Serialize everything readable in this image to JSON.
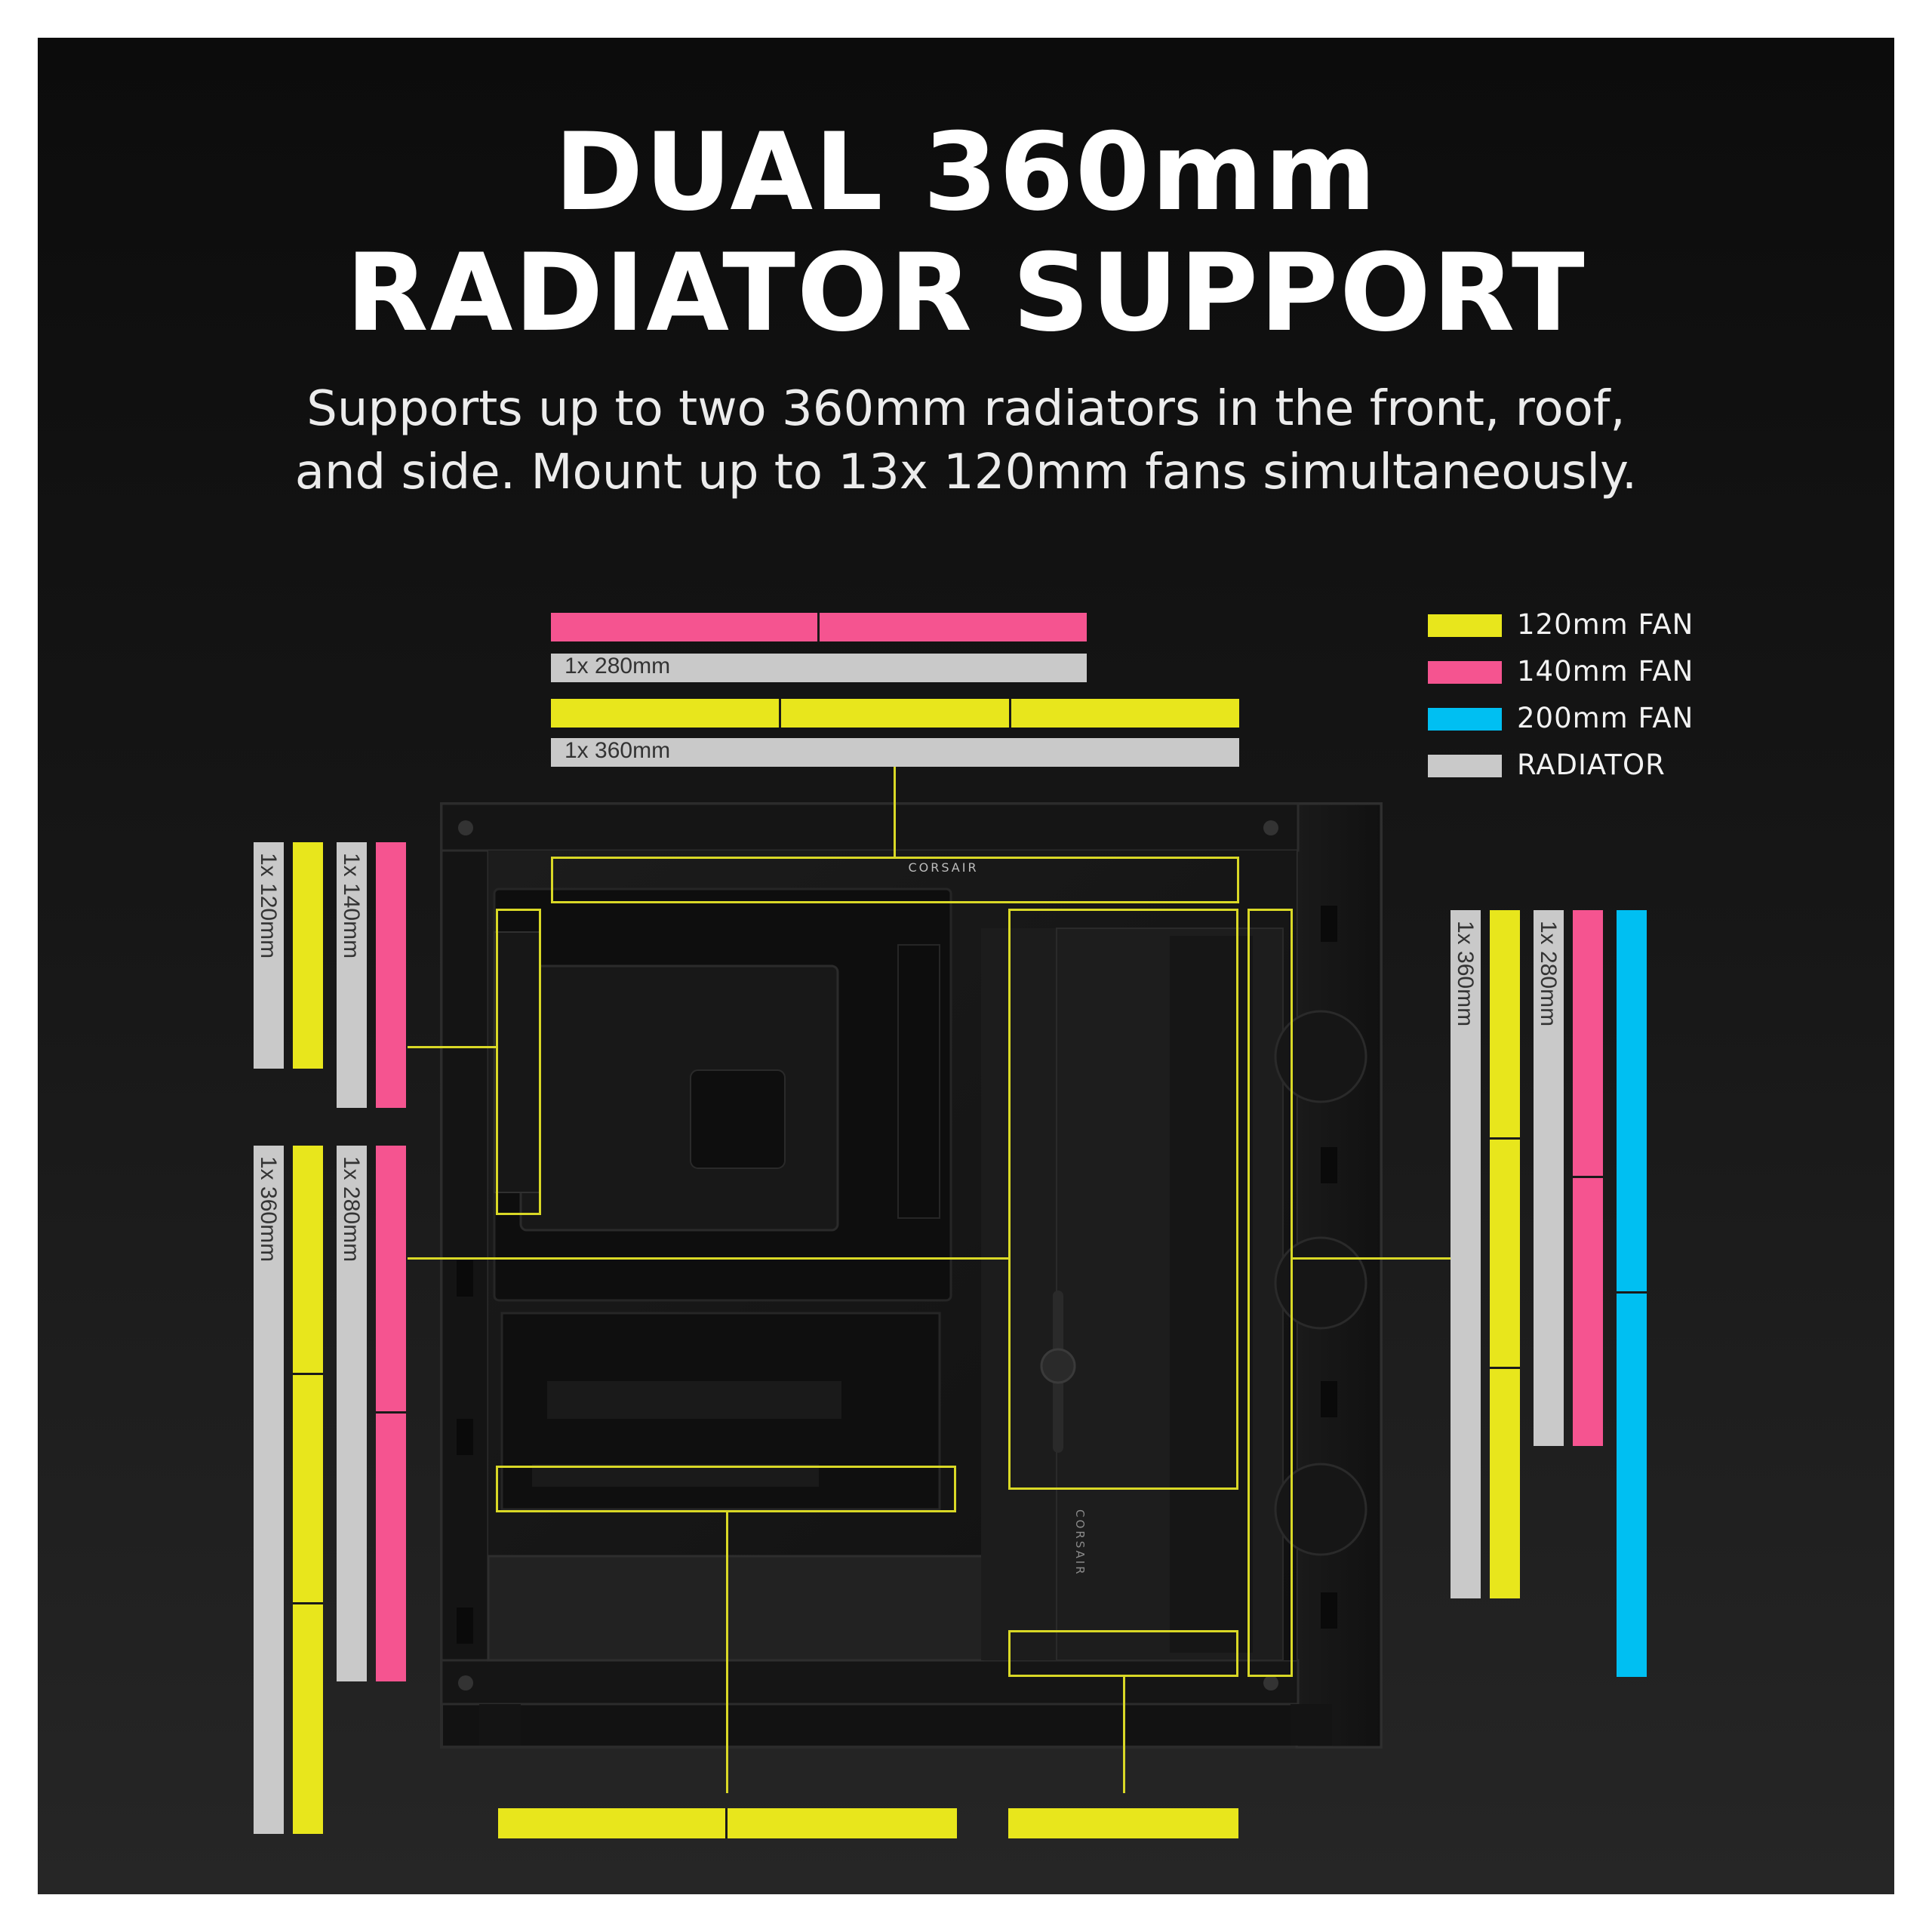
{
  "title": {
    "line1": "DUAL 360mm",
    "line2": "RADIATOR SUPPORT"
  },
  "subtitle": {
    "line1": "Supports up to two 360mm radiators in the front, roof,",
    "line2": "and side. Mount up to 13x 120mm fans simultaneously."
  },
  "legend": [
    {
      "label": "120mm FAN",
      "color": "#e8e61c"
    },
    {
      "label": "140mm FAN",
      "color": "#f55490"
    },
    {
      "label": "200mm FAN",
      "color": "#00bff2"
    },
    {
      "label": "RADIATOR",
      "color": "#c9c9c9"
    }
  ],
  "top_mount": {
    "radiator_280": "1x 280mm",
    "radiator_360": "1x 360mm",
    "fans_140_count": 2,
    "fans_120_count": 3
  },
  "rear_mount": {
    "radiator_120": "1x 120mm",
    "radiator_140": "1x 140mm"
  },
  "front_left_mount": {
    "radiator_360": "1x 360mm",
    "radiator_280": "1x 280mm",
    "fans_120_count": 3,
    "fans_140_count": 2
  },
  "side_mount": {
    "radiator_360": "1x 360mm",
    "radiator_280": "1x 280mm",
    "fans_120_count": 3,
    "fans_140_count": 2,
    "fans_200_count": 2
  },
  "bottom_mount": {
    "fans_120_left_count": 2,
    "fans_120_right_count": 1
  },
  "case": {
    "brand_top": "CORSAIR",
    "brand_side": "CORSAIR"
  }
}
